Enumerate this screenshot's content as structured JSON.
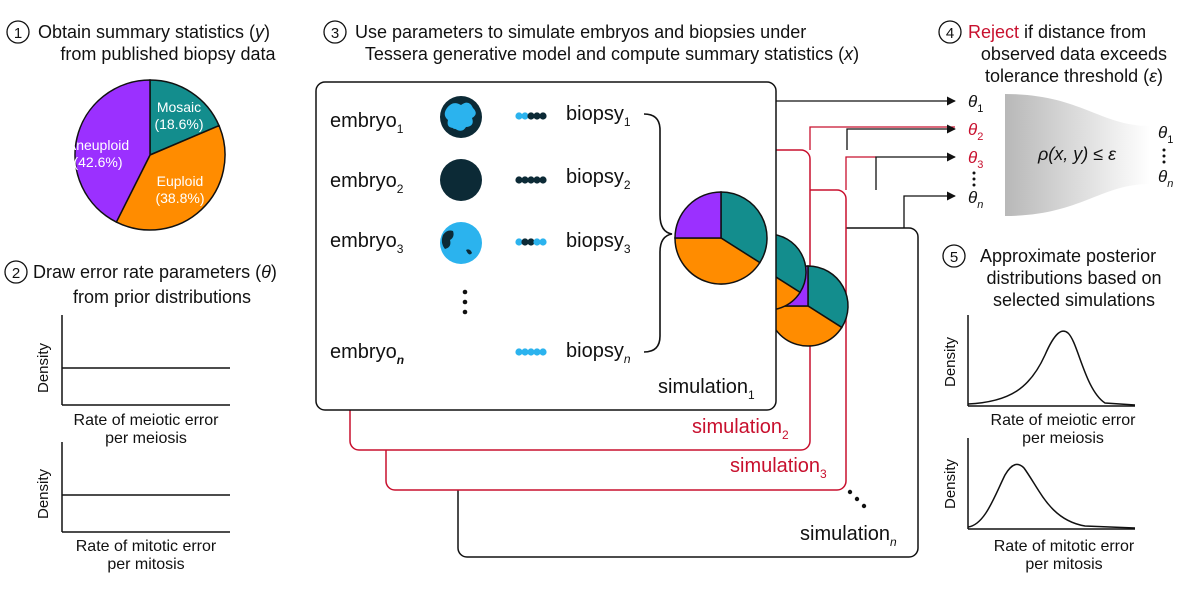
{
  "steps": {
    "s1": {
      "num": "1",
      "line1_a": "Obtain summary statistics (",
      "line1_var": "y",
      "line1_b": ")",
      "line2": "from published biopsy data"
    },
    "s2": {
      "num": "2",
      "line1_a": "Draw error rate parameters (",
      "line1_var": "θ",
      "line1_b": ")",
      "line2": "from prior distributions"
    },
    "s3": {
      "num": "3",
      "line1": "Use parameters to simulate embryos and biopsies under",
      "line2_a": "Tessera generative model and compute summary statistics (",
      "line2_var": "x",
      "line2_b": ")"
    },
    "s4": {
      "num": "4",
      "reject": "Reject",
      "line1_rest": " if distance from",
      "line2": "observed data exceeds",
      "line3_a": "tolerance threshold (",
      "line3_var": "ε",
      "line3_b": ")"
    },
    "s5": {
      "num": "5",
      "line1": "Approximate posterior",
      "line2": "distributions based on",
      "line3": "selected simulations"
    }
  },
  "pie": {
    "slices": [
      {
        "label": "Mosaic",
        "pct_text": "(18.6%)",
        "value": 18.6,
        "color": "#138d8d"
      },
      {
        "label": "Euploid",
        "pct_text": "(38.8%)",
        "value": 38.8,
        "color": "#ff8c00"
      },
      {
        "label": "Aneuploid",
        "pct_text": "(42.6%)",
        "value": 42.6,
        "color": "#9b30ff"
      }
    ]
  },
  "prior_plots": [
    {
      "ylabel": "Density",
      "xlabel1": "Rate of meiotic error",
      "xlabel2": "per meiosis"
    },
    {
      "ylabel": "Density",
      "xlabel1": "Rate of mitotic error",
      "xlabel2": "per mitosis"
    }
  ],
  "posterior_plots": [
    {
      "ylabel": "Density",
      "xlabel1": "Rate of meiotic error",
      "xlabel2": "per meiosis"
    },
    {
      "ylabel": "Density",
      "xlabel1": "Rate of mitotic error",
      "xlabel2": "per mitosis"
    }
  ],
  "simulation": {
    "embryo_word": "embryo",
    "biopsy_word": "biopsy",
    "subs": [
      "1",
      "2",
      "3",
      "n"
    ],
    "sim_word": "simulation",
    "sim_subs": [
      "1",
      "2",
      "3",
      "n"
    ]
  },
  "colors": {
    "teal": "#138d8d",
    "orange": "#ff8c00",
    "purple": "#9b30ff",
    "dark": "#0c2a36",
    "light": "#2bb3ee",
    "red": "#c8102e"
  },
  "abc": {
    "theta": "θ",
    "theta_subs": [
      "1",
      "2",
      "3",
      "n"
    ],
    "formula": "ρ(x, y) ≤ ε",
    "out_subs": [
      "1",
      "n"
    ]
  }
}
